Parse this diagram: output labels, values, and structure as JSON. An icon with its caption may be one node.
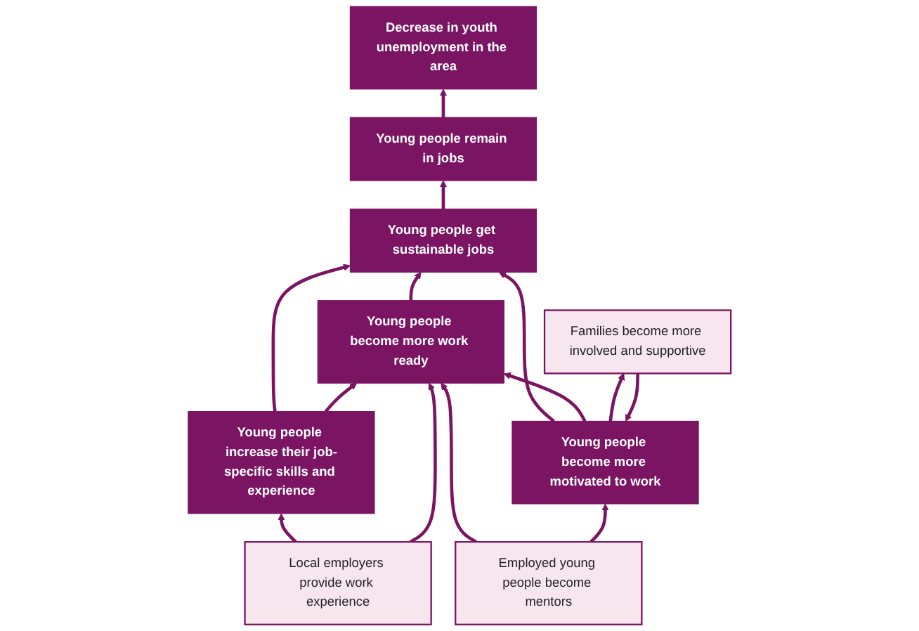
{
  "diagram": {
    "nodes": [
      {
        "text": [
          "Decrease in youth unemployment in the area"
        ]
      },
      {
        "text": [
          "Young people remain in jobs"
        ]
      },
      {
        "text": [
          "Young people get sustainable jobs"
        ]
      },
      {
        "text": [
          "Young people increase their job-specific skills and experience"
        ]
      },
      {
        "text": [
          "Young people become more work ready"
        ]
      },
      {
        "text": [
          "Young people become more motivated to work"
        ]
      },
      {
        "text": [
          "Local employers provide work experience"
        ]
      },
      {
        "text": [
          "Employed young people become mentors"
        ]
      },
      {
        "text": [
          "Families become more involved and supportive"
        ]
      }
    ],
    "edges": [
      {
        "from": 1,
        "to": 0,
        "arrow": "to"
      },
      {
        "from": 2,
        "to": 1,
        "arrow": "to"
      },
      {
        "from": 3,
        "to": 2,
        "arrow": "to"
      },
      {
        "from": 4,
        "to": 2,
        "arrow": "to"
      },
      {
        "from": 5,
        "to": 2,
        "arrow": "to"
      },
      {
        "from": 3,
        "to": 4,
        "arrow": "to"
      },
      {
        "from": 5,
        "to": 4,
        "arrow": "to"
      },
      {
        "from": 6,
        "to": 3,
        "arrow": "to"
      },
      {
        "from": 6,
        "to": 4,
        "arrow": "to"
      },
      {
        "from": 7,
        "to": 4,
        "arrow": "to"
      },
      {
        "from": 7,
        "to": 5,
        "arrow": "to"
      },
      {
        "from": 8,
        "to": 5,
        "arrow": "to"
      },
      {
        "from": 5,
        "to": 8,
        "arrow": "to"
      }
    ]
  }
}
